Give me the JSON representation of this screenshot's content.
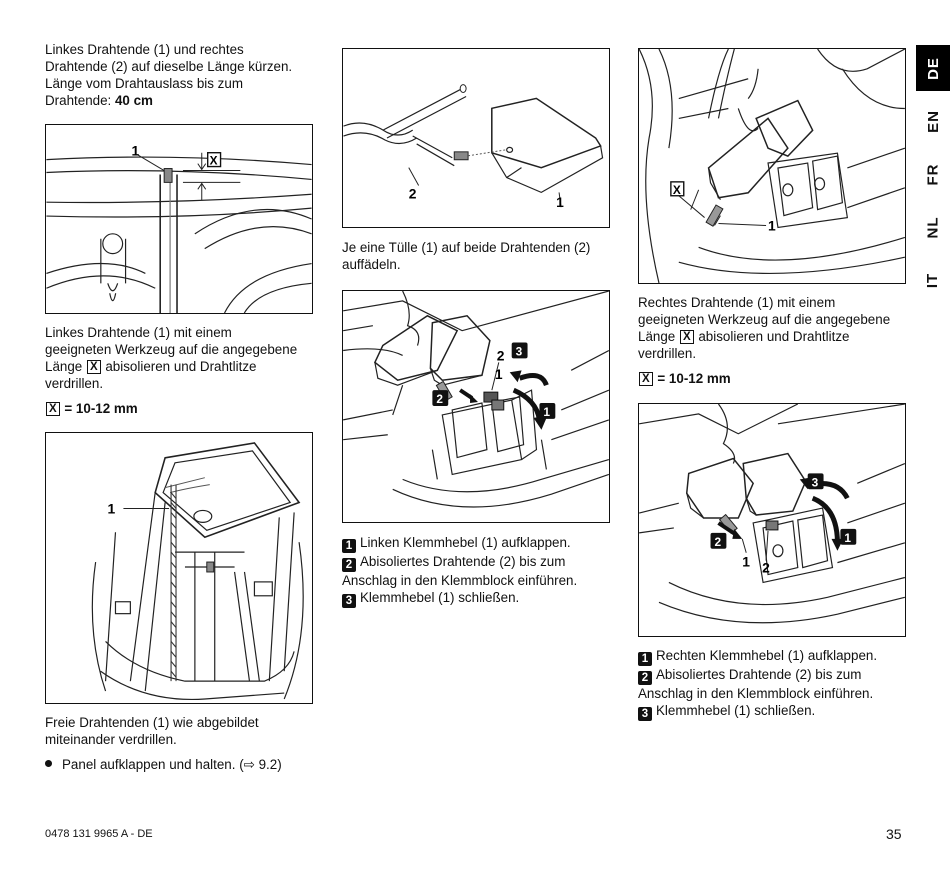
{
  "col1": {
    "intro_lines": [
      "Linkes Drahtende (1) und rechtes",
      "Drahtende (2) auf dieselbe Länge kürzen.",
      "Länge vom Drahtauslass bis zum"
    ],
    "intro_last": "Drahtende: ",
    "intro_value": "40 cm",
    "fig1_labels": [
      "1",
      "X"
    ],
    "step2_lines": [
      "Linkes Drahtende (1) mit einem",
      "geeigneten Werkzeug auf die angegebene"
    ],
    "step2_pre": "Länge ",
    "step2_x": "X",
    "step2_post": " abisolieren und Drahtlitze",
    "step2_last": "verdrillen.",
    "spec_x": "X",
    "spec_text": " = 10-12 mm",
    "fig2_labels": [
      "1"
    ],
    "caption_lines": [
      "Freie Drahtenden (1) wie abgebildet",
      "miteinander verdrillen."
    ],
    "bullet_text": "Panel aufklappen und halten. (⇨ 9.2)"
  },
  "col2": {
    "fig3_labels": [
      "2",
      "1"
    ],
    "caption3_lines": [
      "Je eine Tülle (1) auf beide Drahtenden (2)",
      "auffädeln."
    ],
    "fig4_labels": [
      "2",
      "3",
      "1",
      "2",
      "1"
    ],
    "steps": [
      {
        "num": "1",
        "text": "Linken Klemmhebel (1) aufklappen."
      },
      {
        "num": "2",
        "text": "Abisoliertes Drahtende (2) bis zum"
      },
      {
        "num": "",
        "text": "Anschlag in den Klemmblock einführen."
      },
      {
        "num": "3",
        "text": "Klemmhebel (1) schließen."
      }
    ]
  },
  "col3": {
    "fig5_labels": [
      "X",
      "1"
    ],
    "step_lines": [
      "Rechtes Drahtende (1) mit einem",
      "geeigneten Werkzeug auf die angegebene"
    ],
    "step_pre": "Länge ",
    "step_x": "X",
    "step_post": " abisolieren und Drahtlitze",
    "step_last": "verdrillen.",
    "spec_x": "X",
    "spec_text": " = 10-12 mm",
    "fig6_labels": [
      "3",
      "2",
      "1",
      "1",
      "2"
    ],
    "steps": [
      {
        "num": "1",
        "text": "Rechten Klemmhebel (1) aufklappen."
      },
      {
        "num": "2",
        "text": "Abisoliertes Drahtende (2) bis zum"
      },
      {
        "num": "",
        "text": "Anschlag in den Klemmblock einführen."
      },
      {
        "num": "3",
        "text": "Klemmhebel (1) schließen."
      }
    ]
  },
  "lang_tabs": [
    {
      "code": "DE",
      "active": true
    },
    {
      "code": "EN",
      "active": false
    },
    {
      "code": "FR",
      "active": false
    },
    {
      "code": "NL",
      "active": false
    },
    {
      "code": "IT",
      "active": false
    }
  ],
  "footer": {
    "doc_number": "0478 131 9965 A - DE",
    "page_number": "35"
  }
}
